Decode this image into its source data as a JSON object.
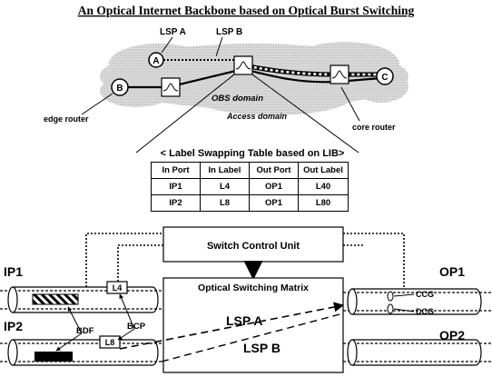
{
  "title": "An Optical Internet Backbone based on Optical Burst Switching",
  "top_diagram": {
    "lsp_a": "LSP A",
    "lsp_b": "LSP B",
    "node_a": "A",
    "node_b": "B",
    "node_c": "C",
    "obs_domain": "OBS domain",
    "access_domain": "Access domain",
    "edge_router": "edge router",
    "core_router": "core router"
  },
  "table": {
    "caption": "< Label Swapping Table based on LIB>",
    "headers": [
      "In Port",
      "In Label",
      "Out Port",
      "Out Label"
    ],
    "rows": [
      [
        "IP1",
        "L4",
        "OP1",
        "L40"
      ],
      [
        "IP2",
        "L8",
        "OP1",
        "L80"
      ]
    ]
  },
  "switch": {
    "control_unit": "Switch Control Unit",
    "matrix": "Optical Switching Matrix",
    "ip1": "IP1",
    "ip2": "IP2",
    "op1": "OP1",
    "op2": "OP2",
    "label_l4": "L4",
    "label_l8": "L8",
    "bdf": "BDF",
    "bcp": "BCP",
    "ccg": "CCG",
    "dcg": "DCG",
    "lsp_a": "LSP A",
    "lsp_b": "LSP B"
  }
}
